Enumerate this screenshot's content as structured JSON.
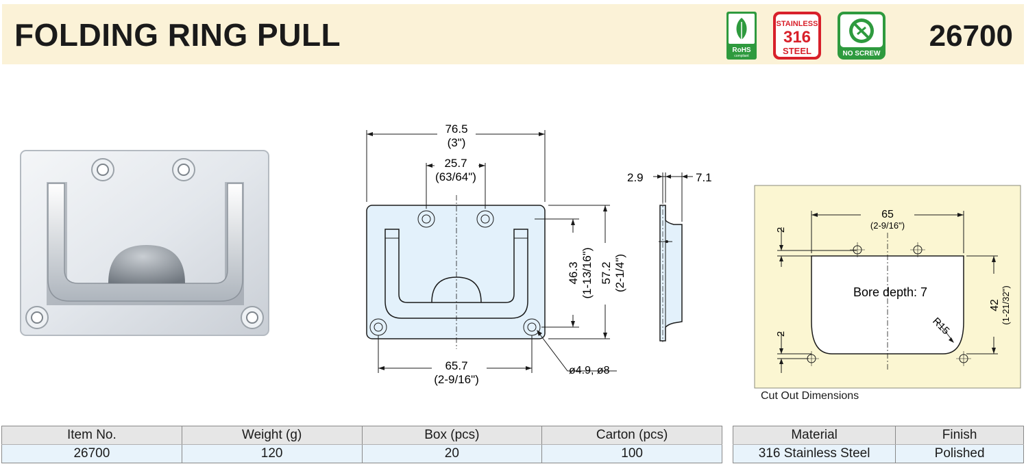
{
  "header": {
    "title": "FOLDING RING PULL",
    "model_number": "26700",
    "badges": {
      "rohs_main": "RoHS",
      "rohs_sub": "compliant",
      "stainless_top": "STAINLESS",
      "stainless_mid": "316",
      "stainless_bot": "STEEL",
      "noscrew": "NO SCREW"
    }
  },
  "front_view": {
    "width": "76.5",
    "width_in": "(3\")",
    "hole_spacing_top": "25.7",
    "hole_spacing_top_in": "(63/64\")",
    "hole_spacing_bottom": "65.7",
    "hole_spacing_bottom_in": "(2-9/16\")",
    "height_inner": "46.3",
    "height_inner_in": "(1-13/16\")",
    "height": "57.2",
    "height_in": "(2-1/4\")",
    "hole_dia": "ø4.9, ø8"
  },
  "side_view": {
    "thickness": "2.9",
    "depth": "7.1"
  },
  "cutout": {
    "width": "65",
    "width_in": "(2-9/16\")",
    "offset_top": "2",
    "offset_bottom": "2",
    "height": "42",
    "height_in": "(1-21/32\")",
    "bore_depth": "Bore depth: 7",
    "radius": "R15",
    "caption": "Cut Out Dimensions"
  },
  "spec_table": {
    "headers": [
      "Item No.",
      "Weight (g)",
      "Box (pcs)",
      "Carton (pcs)"
    ],
    "values": [
      "26700",
      "120",
      "20",
      "100"
    ]
  },
  "material_table": {
    "headers": [
      "Material",
      "Finish"
    ],
    "values": [
      "316 Stainless Steel",
      "Polished"
    ]
  },
  "colors": {
    "header_bg": "#fbf2d7",
    "drawing_fill": "#e3f1fb",
    "cutout_bg": "#fbf6d2",
    "rohs_green": "#2e9a3e",
    "stainless_red": "#d8202a"
  }
}
